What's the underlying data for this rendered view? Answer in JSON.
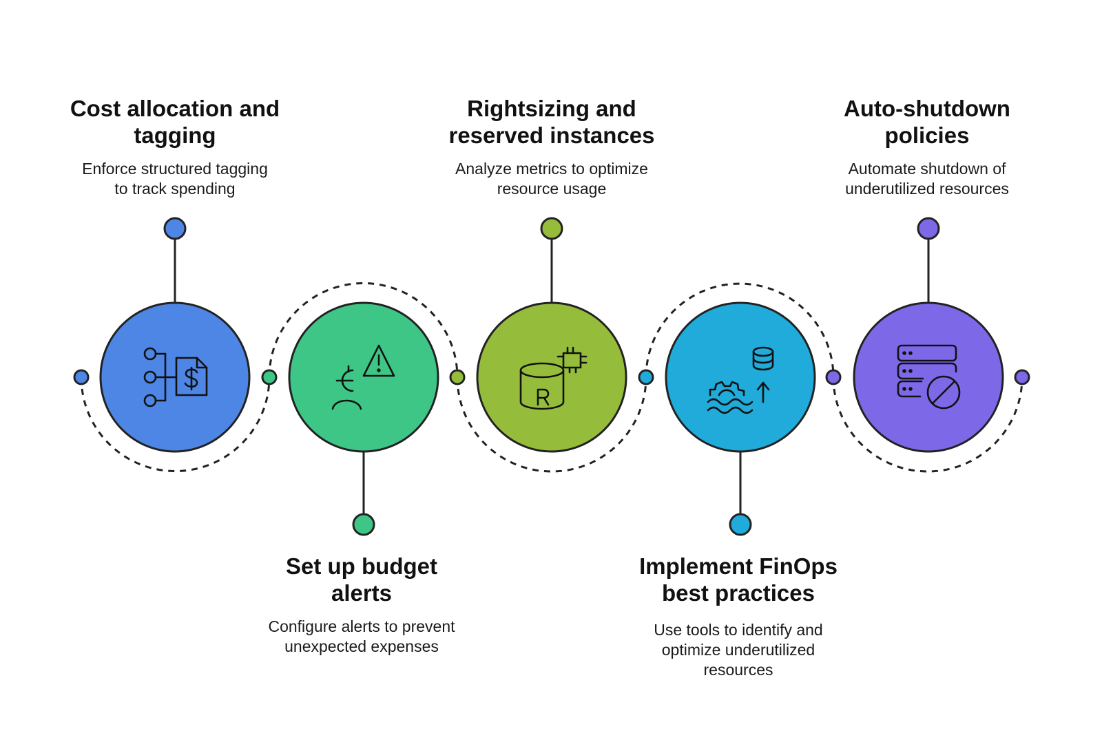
{
  "steps": [
    {
      "title_line1": "Cost allocation and",
      "title_line2": "tagging",
      "desc_line1": "Enforce structured tagging",
      "desc_line2": "to track spending",
      "desc_line3": "",
      "color": "#4E86E6",
      "icon": "dollar-document-tag-icon"
    },
    {
      "title_line1": "Set up budget",
      "title_line2": "alerts",
      "desc_line1": "Configure alerts to prevent",
      "desc_line2": "unexpected expenses",
      "desc_line3": "",
      "color": "#3EC687",
      "icon": "user-warning-alert-icon"
    },
    {
      "title_line1": "Rightsizing and",
      "title_line2": "reserved instances",
      "desc_line1": "Analyze metrics to optimize",
      "desc_line2": "resource usage",
      "desc_line3": "",
      "color": "#95BD3B",
      "icon": "reserved-database-chip-icon"
    },
    {
      "title_line1": "Implement FinOps",
      "title_line2": "best practices",
      "desc_line1": "Use tools to identify and",
      "desc_line2": "optimize underutilized",
      "desc_line3": "resources",
      "color": "#20ABDB",
      "icon": "gear-database-arrow-icon"
    },
    {
      "title_line1": "Auto-shutdown",
      "title_line2": "policies",
      "desc_line1": "Automate shutdown of",
      "desc_line2": "underutilized resources",
      "desc_line3": "",
      "color": "#7D68E8",
      "icon": "server-blocked-icon"
    }
  ]
}
